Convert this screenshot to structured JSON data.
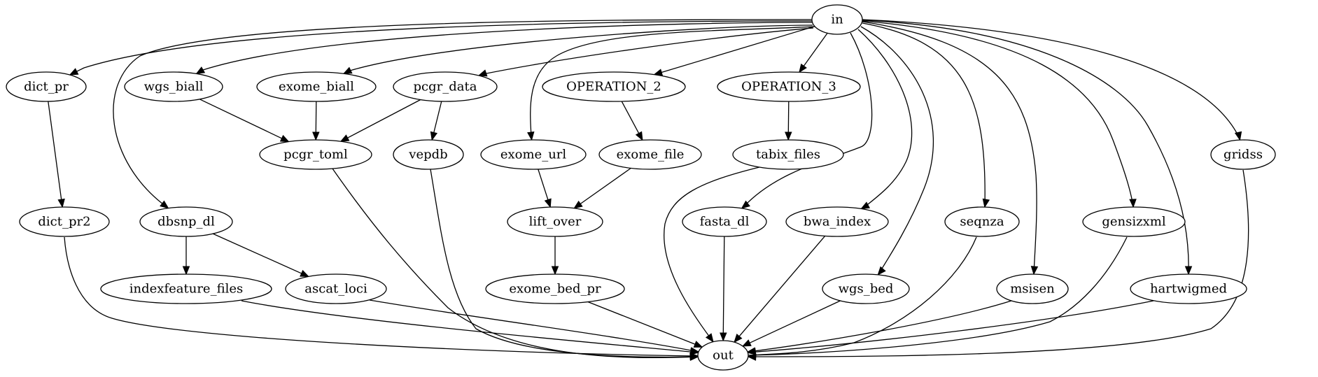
{
  "graph": {
    "nodes": [
      {
        "id": "in",
        "label": "in"
      },
      {
        "id": "dict_pr",
        "label": "dict_pr"
      },
      {
        "id": "wgs_biall",
        "label": "wgs_biall"
      },
      {
        "id": "exome_biall",
        "label": "exome_biall"
      },
      {
        "id": "pcgr_data",
        "label": "pcgr_data"
      },
      {
        "id": "OPERATION_2",
        "label": "OPERATION_2"
      },
      {
        "id": "OPERATION_3",
        "label": "OPERATION_3"
      },
      {
        "id": "pcgr_toml",
        "label": "pcgr_toml"
      },
      {
        "id": "vepdb",
        "label": "vepdb"
      },
      {
        "id": "exome_url",
        "label": "exome_url"
      },
      {
        "id": "exome_file",
        "label": "exome_file"
      },
      {
        "id": "tabix_files",
        "label": "tabix_files"
      },
      {
        "id": "gridss",
        "label": "gridss"
      },
      {
        "id": "dict_pr2",
        "label": "dict_pr2"
      },
      {
        "id": "dbsnp_dl",
        "label": "dbsnp_dl"
      },
      {
        "id": "lift_over",
        "label": "lift_over"
      },
      {
        "id": "fasta_dl",
        "label": "fasta_dl"
      },
      {
        "id": "bwa_index",
        "label": "bwa_index"
      },
      {
        "id": "seqnza",
        "label": "seqnza"
      },
      {
        "id": "gensizxml",
        "label": "gensizxml"
      },
      {
        "id": "indexfeature_files",
        "label": "indexfeature_files"
      },
      {
        "id": "ascat_loci",
        "label": "ascat_loci"
      },
      {
        "id": "exome_bed_pr",
        "label": "exome_bed_pr"
      },
      {
        "id": "wgs_bed",
        "label": "wgs_bed"
      },
      {
        "id": "msisen",
        "label": "msisen"
      },
      {
        "id": "hartwigmed",
        "label": "hartwigmed"
      },
      {
        "id": "out",
        "label": "out"
      }
    ],
    "edges": [
      {
        "from": "in",
        "to": "dict_pr"
      },
      {
        "from": "in",
        "to": "wgs_biall"
      },
      {
        "from": "in",
        "to": "exome_biall"
      },
      {
        "from": "in",
        "to": "pcgr_data"
      },
      {
        "from": "in",
        "to": "dbsnp_dl"
      },
      {
        "from": "in",
        "to": "exome_url"
      },
      {
        "from": "in",
        "to": "OPERATION_2"
      },
      {
        "from": "in",
        "to": "OPERATION_3"
      },
      {
        "from": "in",
        "to": "fasta_dl"
      },
      {
        "from": "in",
        "to": "bwa_index"
      },
      {
        "from": "in",
        "to": "wgs_bed"
      },
      {
        "from": "in",
        "to": "seqnza"
      },
      {
        "from": "in",
        "to": "msisen"
      },
      {
        "from": "in",
        "to": "gensizxml"
      },
      {
        "from": "in",
        "to": "hartwigmed"
      },
      {
        "from": "in",
        "to": "gridss"
      },
      {
        "from": "dict_pr",
        "to": "dict_pr2"
      },
      {
        "from": "wgs_biall",
        "to": "pcgr_toml"
      },
      {
        "from": "exome_biall",
        "to": "pcgr_toml"
      },
      {
        "from": "pcgr_data",
        "to": "pcgr_toml"
      },
      {
        "from": "pcgr_data",
        "to": "vepdb"
      },
      {
        "from": "OPERATION_2",
        "to": "exome_file"
      },
      {
        "from": "OPERATION_3",
        "to": "tabix_files"
      },
      {
        "from": "exome_url",
        "to": "lift_over"
      },
      {
        "from": "exome_file",
        "to": "lift_over"
      },
      {
        "from": "lift_over",
        "to": "exome_bed_pr"
      },
      {
        "from": "dbsnp_dl",
        "to": "indexfeature_files"
      },
      {
        "from": "dbsnp_dl",
        "to": "ascat_loci"
      },
      {
        "from": "dict_pr2",
        "to": "out"
      },
      {
        "from": "indexfeature_files",
        "to": "out"
      },
      {
        "from": "ascat_loci",
        "to": "out"
      },
      {
        "from": "pcgr_toml",
        "to": "out"
      },
      {
        "from": "vepdb",
        "to": "out"
      },
      {
        "from": "exome_bed_pr",
        "to": "out"
      },
      {
        "from": "tabix_files",
        "to": "out"
      },
      {
        "from": "fasta_dl",
        "to": "out"
      },
      {
        "from": "bwa_index",
        "to": "out"
      },
      {
        "from": "wgs_bed",
        "to": "out"
      },
      {
        "from": "seqnza",
        "to": "out"
      },
      {
        "from": "msisen",
        "to": "out"
      },
      {
        "from": "gensizxml",
        "to": "out"
      },
      {
        "from": "hartwigmed",
        "to": "out"
      },
      {
        "from": "gridss",
        "to": "out"
      }
    ]
  }
}
